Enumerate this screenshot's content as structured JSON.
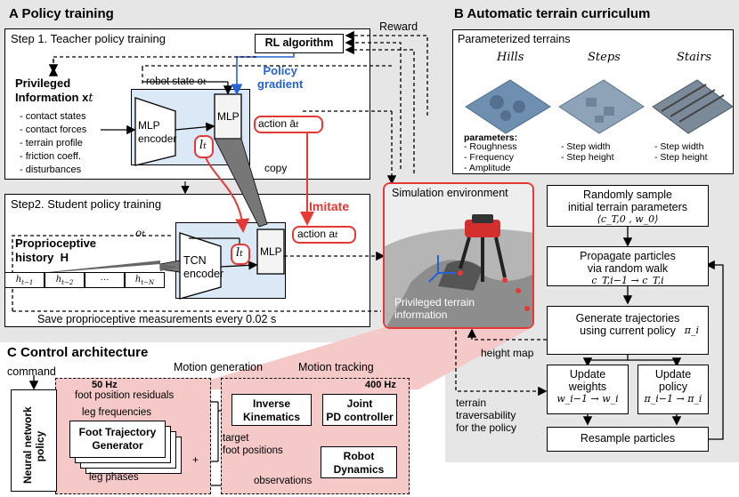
{
  "panel_a": {
    "title": "A  Policy training",
    "step1": "Step 1. Teacher policy training",
    "step2": "Step2. Student policy training",
    "rl_algorithm": "RL algorithm",
    "reward": "Reward",
    "policy_gradient": "Policy\ngradient",
    "robot_state": "robot state o",
    "privileged_info": "Privileged\nInformation x",
    "privileged_list": [
      "- contact states",
      "- contact forces",
      "- terrain profile",
      "- friction coeff.",
      "- disturbances"
    ],
    "mlp_encoder": "MLP\nencoder",
    "mlp": "MLP",
    "action_teacher": "action ā",
    "latent": "l",
    "copy": "copy",
    "imitate": "Imitate",
    "proprio_history": "Proprioceptive\nhistory  H",
    "tcn_encoder": "TCN\nencoder",
    "action_student": "action a",
    "ot": "o",
    "history_cells": [
      "h",
      "h",
      "···",
      "h"
    ],
    "history_subs": [
      "t−1",
      "t−2",
      "",
      "t−N"
    ],
    "save_measurements": "Save proprioceptive measurements every 0.02 s",
    "sim_env": "Simulation environment",
    "priv_terrain": "Privileged terrain\ninformation"
  },
  "panel_b": {
    "title": "B  Automatic terrain curriculum",
    "param_terrains": "Parameterized terrains",
    "terrains": [
      "Hills",
      "Steps",
      "Stairs"
    ],
    "parameters_label": "parameters:",
    "hills_params": [
      "- Roughness",
      "- Frequency",
      "- Amplitude"
    ],
    "steps_params": [
      "- Step width",
      "- Step height"
    ],
    "stairs_params": [
      "- Step width",
      "- Step height"
    ],
    "box1": "Randomly sample\ninitial terrain parameters",
    "box1_math": "⟨c_T,0 , w_0⟩",
    "box2": "Propagate particles\nvia random walk",
    "box2_math": "c_T,i−1 → c_T,i",
    "box3": "Generate trajectories\nusing current policy",
    "box3_math": "π_i",
    "box4": "Update\nweights",
    "box4_math": "w_i−1 → w_i",
    "box5": "Update\npolicy",
    "box5_math": "π_i−1 → π_i",
    "box6": "Resample particles",
    "height_map": "height map",
    "traversability": "terrain\ntraversability\nfor the policy"
  },
  "panel_c": {
    "title": "C  Control architecture",
    "command": "command",
    "hz50": "50 Hz",
    "hz400": "400 Hz",
    "motion_generation": "Motion generation",
    "motion_tracking": "Motion tracking",
    "neural_policy": "Neural network\npolicy",
    "foot_pos_res": "foot position residuals",
    "leg_freq": "leg frequencies",
    "ftg": "Foot Trajectory\nGenerator",
    "leg_phases": "leg phases",
    "target_foot": "target\nfoot positions",
    "ik": "Inverse\nKinematics",
    "pd": "Joint\nPD controller",
    "robot_dyn": "Robot\nDynamics",
    "observations": "observations",
    "plus": "+"
  }
}
